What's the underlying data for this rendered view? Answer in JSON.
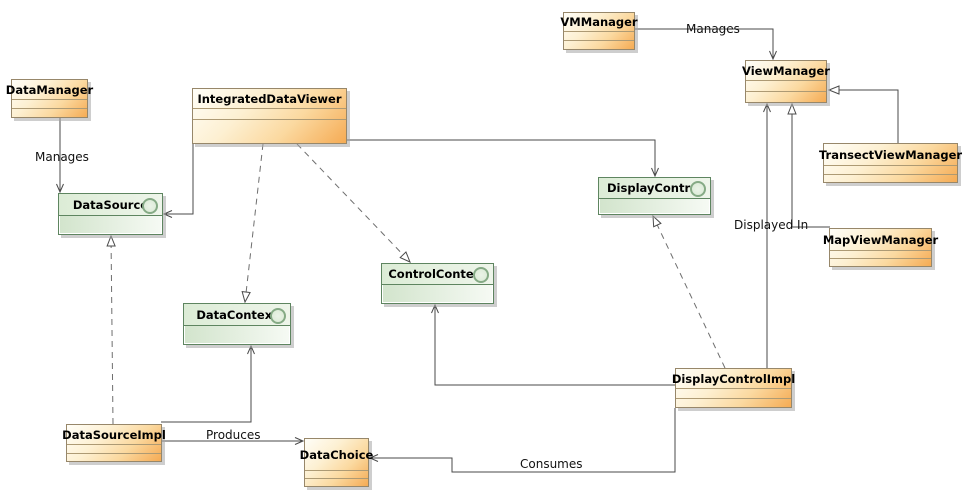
{
  "diagram": {
    "kind": "uml-class-diagram",
    "background": "#ffffff"
  },
  "classes": [
    {
      "name": "DataManager",
      "type": "class"
    },
    {
      "name": "VMManager",
      "type": "class"
    },
    {
      "name": "ViewManager",
      "type": "class"
    },
    {
      "name": "TransectViewManager",
      "type": "class"
    },
    {
      "name": "MapViewManager",
      "type": "class"
    },
    {
      "name": "IntegratedDataViewer",
      "type": "class"
    },
    {
      "name": "DataSource",
      "type": "interface"
    },
    {
      "name": "DisplayControl",
      "type": "interface"
    },
    {
      "name": "ControlContext",
      "type": "interface"
    },
    {
      "name": "DataContext",
      "type": "interface"
    },
    {
      "name": "DataSourceImpl",
      "type": "class"
    },
    {
      "name": "DataChoice",
      "type": "class"
    },
    {
      "name": "DisplayControlImpl",
      "type": "class"
    }
  ],
  "edges": [
    {
      "from": "DataManager",
      "to": "DataSource",
      "label": "Manages",
      "line": "solid",
      "arrow": "open"
    },
    {
      "from": "VMManager",
      "to": "ViewManager",
      "label": "Manages",
      "line": "solid",
      "arrow": "open"
    },
    {
      "from": "TransectViewManager",
      "to": "ViewManager",
      "label": "",
      "line": "solid",
      "arrow": "hollow-triangle"
    },
    {
      "from": "MapViewManager",
      "to": "ViewManager",
      "label": "",
      "line": "solid",
      "arrow": "hollow-triangle"
    },
    {
      "from": "DisplayControlImpl",
      "to": "ViewManager",
      "label": "Displayed In",
      "line": "solid",
      "arrow": "open"
    },
    {
      "from": "IntegratedDataViewer",
      "to": "DataSource",
      "label": "",
      "line": "solid",
      "arrow": "open"
    },
    {
      "from": "IntegratedDataViewer",
      "to": "DisplayControl",
      "label": "",
      "line": "solid",
      "arrow": "open"
    },
    {
      "from": "IntegratedDataViewer",
      "to": "DataContext",
      "label": "",
      "line": "dashed",
      "arrow": "hollow-triangle"
    },
    {
      "from": "IntegratedDataViewer",
      "to": "ControlContext",
      "label": "",
      "line": "dashed",
      "arrow": "hollow-triangle"
    },
    {
      "from": "DisplayControlImpl",
      "to": "DisplayControl",
      "label": "",
      "line": "dashed",
      "arrow": "hollow-triangle"
    },
    {
      "from": "DisplayControlImpl",
      "to": "ControlContext",
      "label": "",
      "line": "solid",
      "arrow": "open"
    },
    {
      "from": "DataSourceImpl",
      "to": "DataContext",
      "label": "",
      "line": "solid",
      "arrow": "open"
    },
    {
      "from": "DataSourceImpl",
      "to": "DataSource",
      "label": "",
      "line": "dashed",
      "arrow": "hollow-triangle"
    },
    {
      "from": "DataSourceImpl",
      "to": "DataChoice",
      "label": "Produces",
      "line": "solid",
      "arrow": "open"
    },
    {
      "from": "DisplayControlImpl",
      "to": "DataChoice",
      "label": "Consumes",
      "line": "solid",
      "arrow": "open"
    }
  ],
  "colors": {
    "class_fill_light": "#fffef8",
    "class_fill_dark": "#f5ab54",
    "class_border": "#97876a",
    "interface_fill_light": "#f6faf4",
    "interface_fill_dark": "#d2e4cc",
    "interface_border": "#5e8560",
    "edge_line": "#4a4a4a",
    "shadow": "#a5a5a5"
  }
}
